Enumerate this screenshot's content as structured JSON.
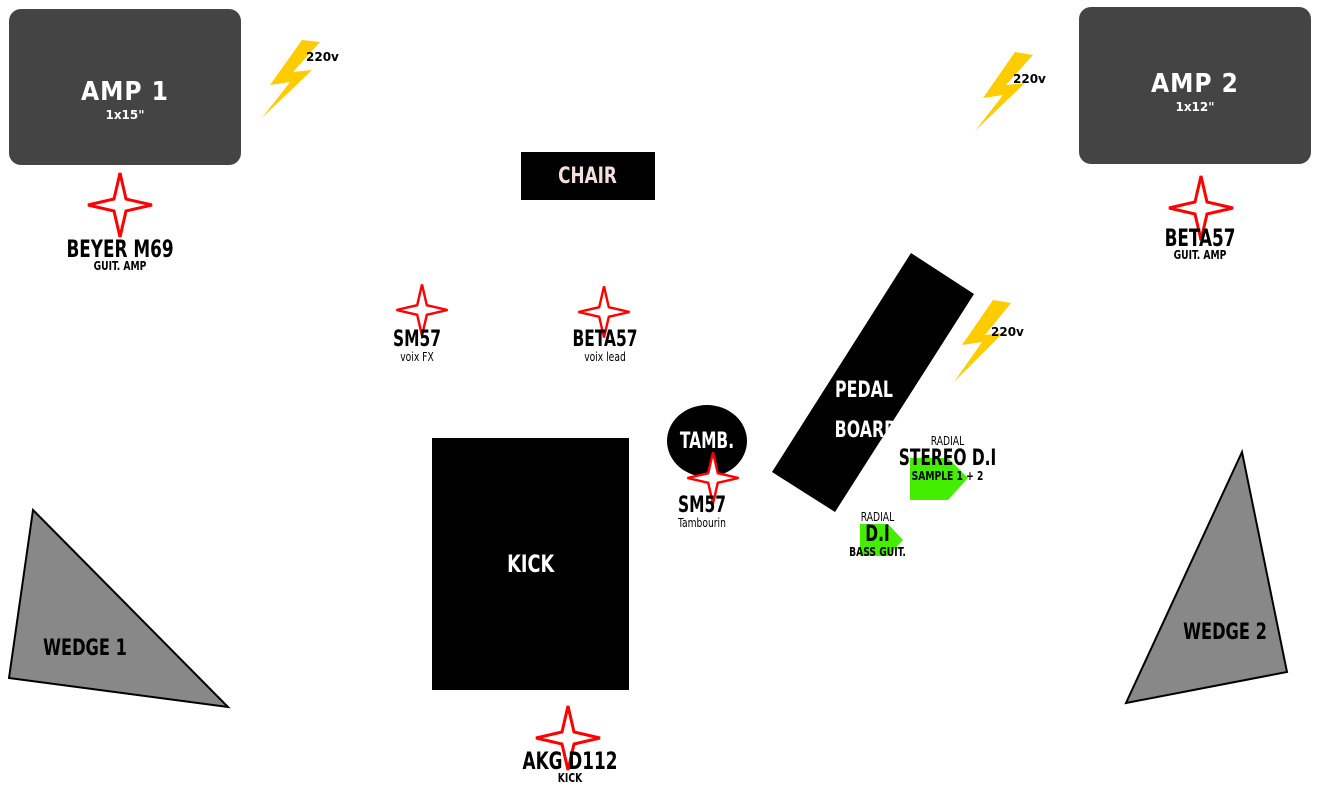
{
  "amps": [
    {
      "name": "AMP 1",
      "sub": "1x15\""
    },
    {
      "name": "AMP 2",
      "sub": "1x12\""
    }
  ],
  "voltage_label": "220v",
  "chair": "CHAIR",
  "kick": "KICK",
  "tamb": "TAMB.",
  "pedalboard": {
    "line1": "PEDAL",
    "line2": "BOARD"
  },
  "wedges": [
    "WEDGE 1",
    "WEDGE 2"
  ],
  "mics": [
    {
      "model": "BEYER M69",
      "use": "GUIT. AMP"
    },
    {
      "model": "BETA57",
      "use": "GUIT. AMP"
    },
    {
      "model": "SM57",
      "use": "voix FX"
    },
    {
      "model": "BETA57",
      "use": "voix lead"
    },
    {
      "model": "SM57",
      "use": "Tambourin"
    },
    {
      "model": "AKG D112",
      "use": "KICK"
    }
  ],
  "di_stereo": {
    "brand": "RADIAL",
    "name": "STEREO D.I",
    "use": "SAMPLE 1 + 2"
  },
  "di_bass": {
    "brand": "RADIAL",
    "name": "D.I",
    "use": "BASS GUIT."
  },
  "colors": {
    "amp": "#444444",
    "mic_star": "#ff0000",
    "lightning": "#ffcc00",
    "di": "#44ee00",
    "wedge": "#888888"
  }
}
